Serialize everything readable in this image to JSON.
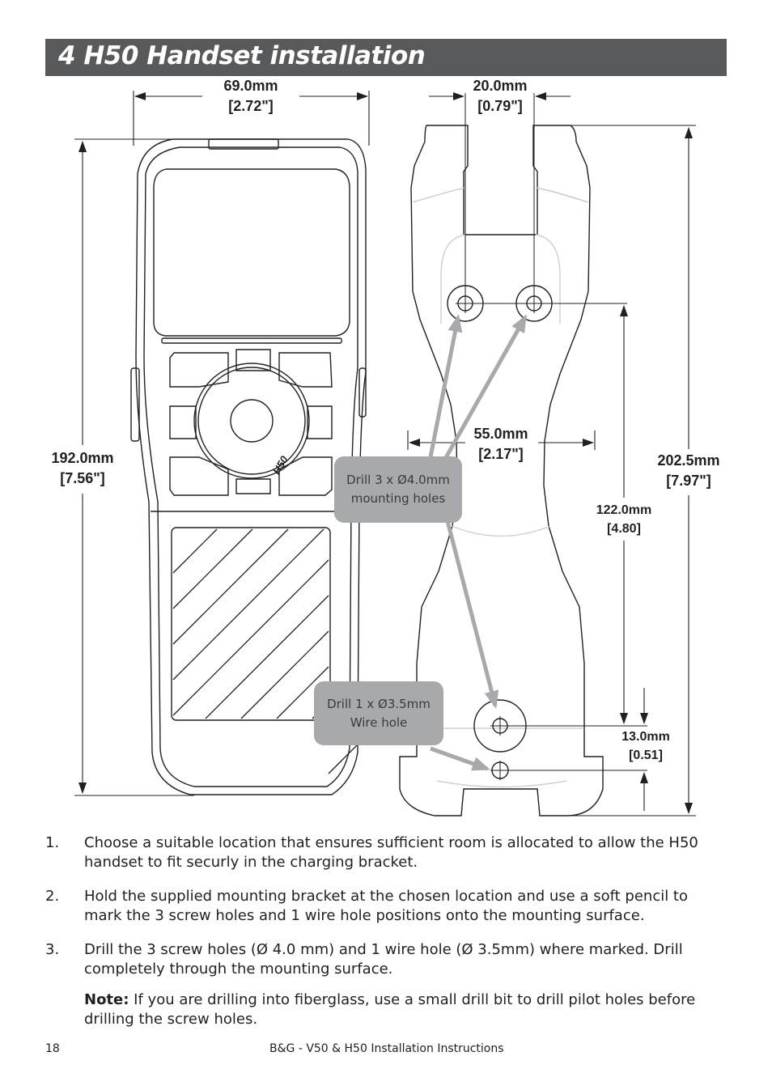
{
  "header": {
    "title": "4  H50 Handset installation"
  },
  "figure": {
    "handset_width": {
      "mm": "69.0mm",
      "in": "[2.72\"]"
    },
    "handset_height": {
      "mm": "192.0mm",
      "in": "[7.56\"]"
    },
    "bracket_top_gap": {
      "mm": "20.0mm",
      "in": "[0.79\"]"
    },
    "bracket_width": {
      "mm": "55.0mm",
      "in": "[2.17\"]"
    },
    "bracket_height": {
      "mm": "202.5mm",
      "in": "[7.97\"]"
    },
    "hole_spacing": {
      "mm": "122.0mm",
      "in": "[4.80]"
    },
    "wire_offset": {
      "mm": "13.0mm",
      "in": "[0.51]"
    },
    "callout_mounting": {
      "line1": "Drill 3 x Ø4.0mm",
      "line2": "mounting holes"
    },
    "callout_wire": {
      "line1": "Drill 1 x Ø3.5mm",
      "line2": "Wire hole"
    },
    "handset_logo": "H50"
  },
  "steps": [
    {
      "num": "1.",
      "text": "Choose a suitable location that ensures sufficient room is allocated to allow the H50 handset to fit securly in the charging bracket."
    },
    {
      "num": "2.",
      "text": "Hold the supplied mounting bracket at the chosen location and use a soft pencil to mark the 3 screw holes and 1 wire hole positions onto the mounting surface."
    },
    {
      "num": "3.",
      "text": "Drill the 3 screw holes (Ø 4.0 mm) and 1 wire hole (Ø 3.5mm) where marked. Drill completely through the mounting surface."
    }
  ],
  "note": {
    "label": "Note:",
    "text": " If you are drilling into fiberglass, use a small drill bit to drill pilot holes before drilling the screw holes."
  },
  "footer": {
    "page": "18",
    "doc": "B&G - V50 & H50 Installation Instructions"
  }
}
